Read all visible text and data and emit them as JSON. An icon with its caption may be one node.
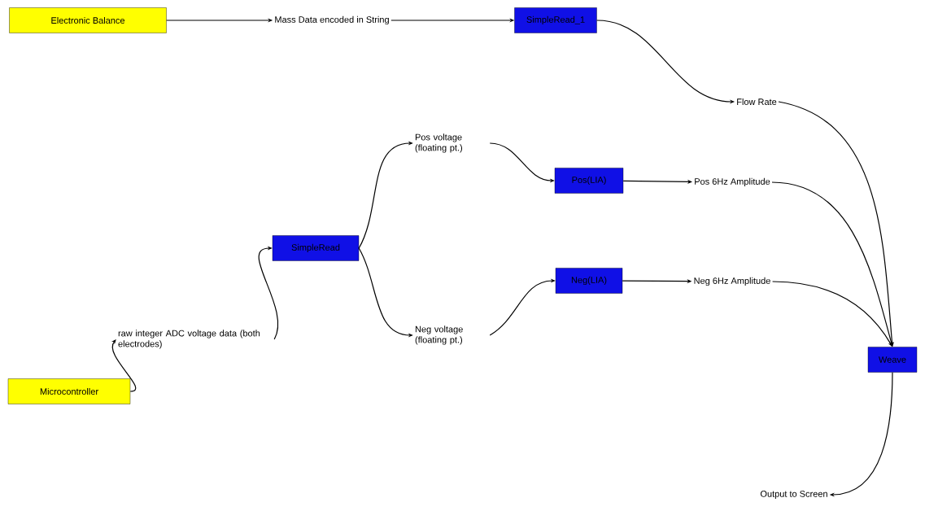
{
  "diagram": {
    "nodes": [
      {
        "text": [
          "Electronic Balance"
        ]
      },
      {
        "text": [
          "Mass Data encoded in String"
        ]
      },
      {
        "text": [
          "SimpleRead_1"
        ]
      },
      {
        "text": [
          "Flow Rate"
        ]
      },
      {
        "text": [
          "Pos voltage (floating pt.)"
        ]
      },
      {
        "text": [
          "Pos(LIA)"
        ]
      },
      {
        "text": [
          "Pos 6Hz Amplitude"
        ]
      },
      {
        "text": [
          "SimpleRead"
        ]
      },
      {
        "text": [
          "Neg(LIA)"
        ]
      },
      {
        "text": [
          "Neg 6Hz Amplitude"
        ]
      },
      {
        "text": [
          "raw integer ADC voltage data (both electrodes)"
        ]
      },
      {
        "text": [
          "Neg voltage (floating pt.)"
        ]
      },
      {
        "text": [
          "Weave"
        ]
      },
      {
        "text": [
          "Microcontroller"
        ]
      },
      {
        "text": [
          "Output to Screen"
        ]
      }
    ],
    "edges": [
      {
        "from": 0,
        "to": 1,
        "arrow": "to"
      },
      {
        "from": 1,
        "to": 2,
        "arrow": "to"
      },
      {
        "from": 2,
        "to": 3,
        "arrow": "to"
      },
      {
        "from": 3,
        "to": 12,
        "arrow": "to"
      },
      {
        "from": 4,
        "to": 5,
        "arrow": "to"
      },
      {
        "from": 5,
        "to": 6,
        "arrow": "to"
      },
      {
        "from": 6,
        "to": 12,
        "arrow": "to"
      },
      {
        "from": 7,
        "to": 4,
        "arrow": "to"
      },
      {
        "from": 7,
        "to": 11,
        "arrow": "to"
      },
      {
        "from": 8,
        "to": 9,
        "arrow": "to"
      },
      {
        "from": 9,
        "to": 12,
        "arrow": "to"
      },
      {
        "from": 10,
        "to": 7,
        "arrow": "to"
      },
      {
        "from": 11,
        "to": 8,
        "arrow": "to"
      },
      {
        "from": 12,
        "to": 14,
        "arrow": "to"
      },
      {
        "from": 13,
        "to": 10,
        "arrow": "to"
      }
    ]
  }
}
